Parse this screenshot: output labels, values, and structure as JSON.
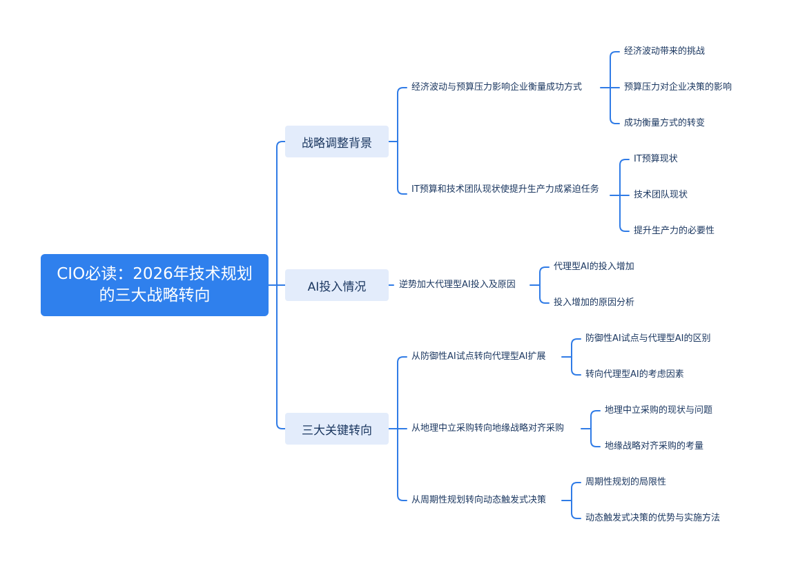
{
  "root": {
    "label": "CIO必读：2026年技术规划的三大战略转向"
  },
  "branches": [
    {
      "label": "战略调整背景",
      "children": [
        {
          "label": "经济波动与预算压力影响企业衡量成功方式",
          "children": [
            "经济波动带来的挑战",
            "预算压力对企业决策的影响",
            "成功衡量方式的转变"
          ]
        },
        {
          "label": "IT预算和技术团队现状使提升生产力成紧迫任务",
          "children": [
            "IT预算现状",
            "技术团队现状",
            "提升生产力的必要性"
          ]
        }
      ]
    },
    {
      "label": "AI投入情况",
      "children": [
        {
          "label": "逆势加大代理型AI投入及原因",
          "children": [
            "代理型AI的投入增加",
            "投入增加的原因分析"
          ]
        }
      ]
    },
    {
      "label": "三大关键转向",
      "children": [
        {
          "label": "从防御性AI试点转向代理型AI扩展",
          "children": [
            "防御性AI试点与代理型AI的区别",
            "转向代理型AI的考虑因素"
          ]
        },
        {
          "label": "从地理中立采购转向地缘战略对齐采购",
          "children": [
            "地理中立采购的现状与问题",
            "地缘战略对齐采购的考量"
          ]
        },
        {
          "label": "从周期性规划转向动态触发式决策",
          "children": [
            "周期性规划的局限性",
            "动态触发式决策的优势与实施方法"
          ]
        }
      ]
    }
  ],
  "colors": {
    "line": "#2f7be6",
    "root_fill": "#2f80ed",
    "branch_fill": "#e3ecfb",
    "text": "#1b3760"
  }
}
